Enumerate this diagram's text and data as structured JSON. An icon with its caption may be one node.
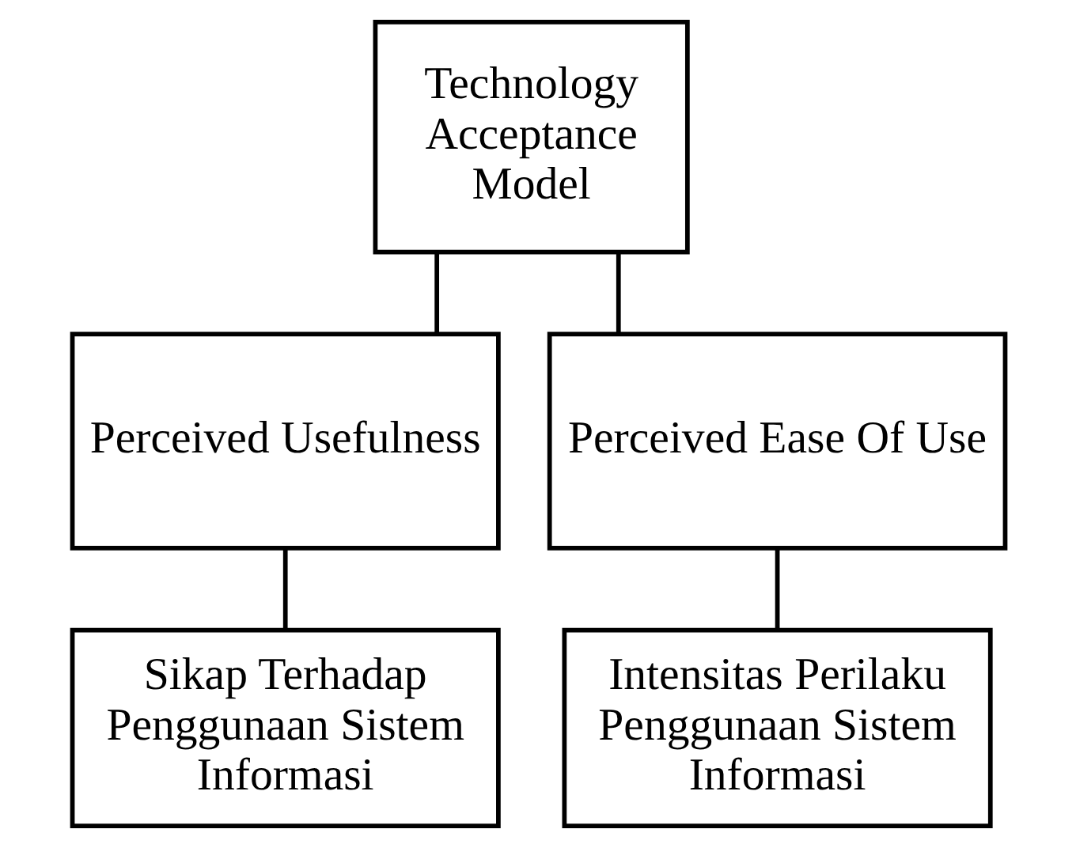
{
  "diagram": {
    "nodes": [
      {
        "text": [
          "Technology Acceptance Model"
        ]
      },
      {
        "text": [
          "Perceived Usefulness"
        ]
      },
      {
        "text": [
          "Perceived Ease Of Use"
        ]
      },
      {
        "text": [
          "Sikap Terhadap Penggunaan Sistem Informasi"
        ]
      },
      {
        "text": [
          "Intensitas Perilaku Penggunaan Sistem Informasi"
        ]
      }
    ],
    "edges": [
      {
        "from": 0,
        "to": 1,
        "arrow": "none"
      },
      {
        "from": 0,
        "to": 2,
        "arrow": "none"
      },
      {
        "from": 1,
        "to": 3,
        "arrow": "none"
      },
      {
        "from": 2,
        "to": 4,
        "arrow": "none"
      }
    ]
  }
}
